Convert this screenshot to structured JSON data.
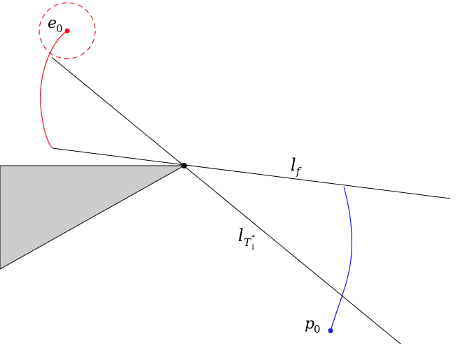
{
  "labels": {
    "e0": {
      "base": "e",
      "sub": "0"
    },
    "p0": {
      "base": "p",
      "sub": "0"
    },
    "lf": {
      "base": "l",
      "sub": "f"
    },
    "lT": {
      "base": "l",
      "sub": "T",
      "subsub": "1",
      "sup": "*"
    }
  },
  "colors": {
    "evader": "#e8141c",
    "pursuer": "#1a1ad6",
    "region_fill": "#cdcdcd",
    "line": "#000000"
  }
}
